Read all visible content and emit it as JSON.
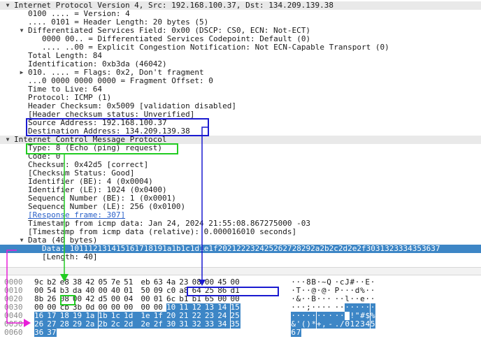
{
  "tree": [
    {
      "indent": 0,
      "toggle": "expanded",
      "text": "Internet Protocol Version 4, Src: 192.168.100.37, Dst: 134.209.139.38",
      "style": "header"
    },
    {
      "indent": 1,
      "toggle": "none",
      "text": "0100 .... = Version: 4"
    },
    {
      "indent": 1,
      "toggle": "none",
      "text": ".... 0101 = Header Length: 20 bytes (5)"
    },
    {
      "indent": 1,
      "toggle": "expanded",
      "text": "Differentiated Services Field: 0x00 (DSCP: CS0, ECN: Not-ECT)"
    },
    {
      "indent": 2,
      "toggle": "none",
      "text": "0000 00.. = Differentiated Services Codepoint: Default (0)"
    },
    {
      "indent": 2,
      "toggle": "none",
      "text": ".... ..00 = Explicit Congestion Notification: Not ECN-Capable Transport (0)"
    },
    {
      "indent": 1,
      "toggle": "none",
      "text": "Total Length: 84"
    },
    {
      "indent": 1,
      "toggle": "none",
      "text": "Identification: 0xb3da (46042)"
    },
    {
      "indent": 1,
      "toggle": "collapsed",
      "text": "010. .... = Flags: 0x2, Don't fragment"
    },
    {
      "indent": 1,
      "toggle": "none",
      "text": "...0 0000 0000 0000 = Fragment Offset: 0"
    },
    {
      "indent": 1,
      "toggle": "none",
      "text": "Time to Live: 64"
    },
    {
      "indent": 1,
      "toggle": "none",
      "text": "Protocol: ICMP (1)"
    },
    {
      "indent": 1,
      "toggle": "none",
      "text": "Header Checksum: 0x5009 [validation disabled]"
    },
    {
      "indent": 1,
      "toggle": "none",
      "text": "[Header checksum status: Unverified]"
    },
    {
      "indent": 1,
      "toggle": "none",
      "text": "Source Address: 192.168.100.37"
    },
    {
      "indent": 1,
      "toggle": "none",
      "text": "Destination Address: 134.209.139.38"
    },
    {
      "indent": 0,
      "toggle": "expanded",
      "text": "Internet Control Message Protocol",
      "style": "header"
    },
    {
      "indent": 1,
      "toggle": "none",
      "text": "Type: 8 (Echo (ping) request)"
    },
    {
      "indent": 1,
      "toggle": "none",
      "text": "Code: 0"
    },
    {
      "indent": 1,
      "toggle": "none",
      "text": "Checksum: 0x42d5 [correct]"
    },
    {
      "indent": 1,
      "toggle": "none",
      "text": "[Checksum Status: Good]"
    },
    {
      "indent": 1,
      "toggle": "none",
      "text": "Identifier (BE): 4 (0x0004)"
    },
    {
      "indent": 1,
      "toggle": "none",
      "text": "Identifier (LE): 1024 (0x0400)"
    },
    {
      "indent": 1,
      "toggle": "none",
      "text": "Sequence Number (BE): 1 (0x0001)"
    },
    {
      "indent": 1,
      "toggle": "none",
      "text": "Sequence Number (LE): 256 (0x0100)"
    },
    {
      "indent": 1,
      "toggle": "none",
      "text": "[Response frame: 307]",
      "style": "link"
    },
    {
      "indent": 1,
      "toggle": "none",
      "text": "Timestamp from icmp data: Jan 24, 2024 21:55:08.867275000 -03"
    },
    {
      "indent": 1,
      "toggle": "none",
      "text": "[Timestamp from icmp data (relative): 0.000016010 seconds]"
    },
    {
      "indent": 1,
      "toggle": "expanded",
      "text": "Data (40 bytes)"
    },
    {
      "indent": 2,
      "toggle": "none",
      "text": "Data: 101112131415161718191a1b1c1d1e1f202122232425262728292a2b2c2d2e2f3031323334353637",
      "style": "selected"
    },
    {
      "indent": 2,
      "toggle": "none",
      "text": "[Length: 40]"
    }
  ],
  "bytes": [
    {
      "offset": "0000",
      "hex": [
        "9c",
        "b2",
        "e8",
        "38",
        "42",
        "05",
        "7e",
        "51",
        "eb",
        "63",
        "4a",
        "23",
        "08",
        "00",
        "45",
        "00"
      ],
      "ascii": "···8B·~Q·cJ#··E·"
    },
    {
      "offset": "0010",
      "hex": [
        "00",
        "54",
        "b3",
        "da",
        "40",
        "00",
        "40",
        "01",
        "50",
        "09",
        "c0",
        "a8",
        "64",
        "25",
        "86",
        "d1"
      ],
      "ascii": "·T··@·@·P···d%··"
    },
    {
      "offset": "0020",
      "hex": [
        "8b",
        "26",
        "08",
        "00",
        "42",
        "d5",
        "00",
        "04",
        "00",
        "01",
        "6c",
        "b1",
        "b1",
        "65",
        "00",
        "00"
      ],
      "ascii": "·&··B·····l··e··"
    },
    {
      "offset": "0030",
      "hex": [
        "00",
        "00",
        "cb",
        "3b",
        "0d",
        "00",
        "00",
        "00",
        "00",
        "00",
        "10",
        "11",
        "12",
        "13",
        "14",
        "15"
      ],
      "ascii": "···;············"
    },
    {
      "offset": "0040",
      "hex": [
        "16",
        "17",
        "18",
        "19",
        "1a",
        "1b",
        "1c",
        "1d",
        "1e",
        "1f",
        "20",
        "21",
        "22",
        "23",
        "24",
        "25"
      ],
      "ascii": "·········· !\"#$%"
    },
    {
      "offset": "0050",
      "hex": [
        "26",
        "27",
        "28",
        "29",
        "2a",
        "2b",
        "2c",
        "2d",
        "2e",
        "2f",
        "30",
        "31",
        "32",
        "33",
        "34",
        "35"
      ],
      "ascii": "&'()*+,-./012345"
    },
    {
      "offset": "0060",
      "hex": [
        "36",
        "37"
      ],
      "ascii": "67"
    }
  ],
  "highlight_start_byte": 58,
  "colors": {
    "selection": "#3d86c6",
    "source_dest_box": "#1a1ad0",
    "type_box": "#22cc22",
    "data_arrow": "#e81ed8",
    "header_row": "#e9e9e9"
  }
}
